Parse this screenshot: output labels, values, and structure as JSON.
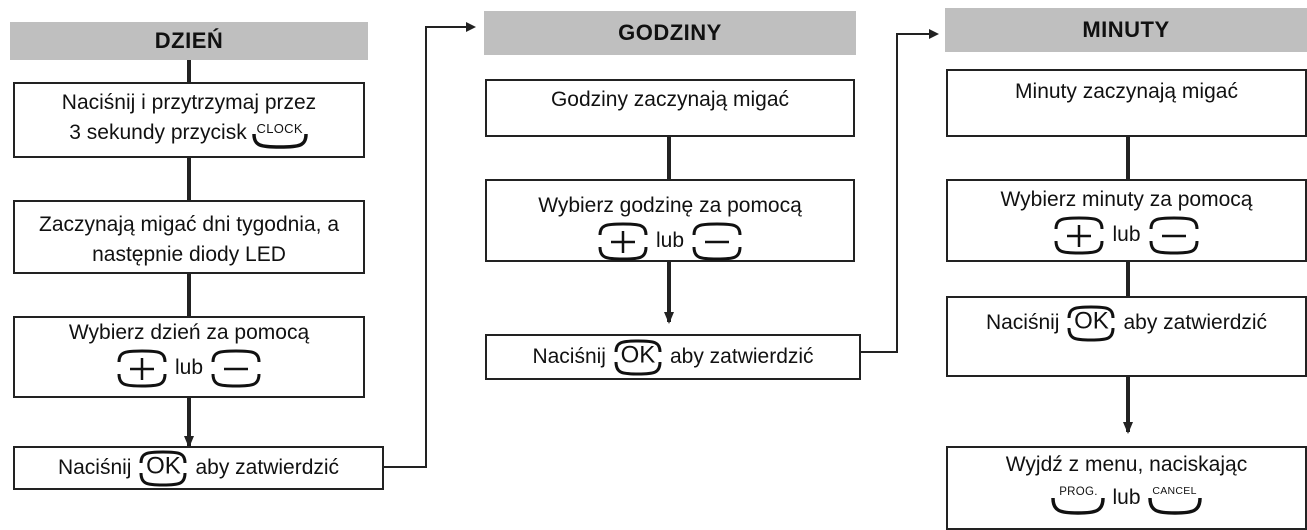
{
  "columns": [
    {
      "header": "DZIEŃ",
      "step1": {
        "line1": "Naciśnij i przytrzymaj przez",
        "line2": "3 sekundy przycisk",
        "button": "CLOCK"
      },
      "step2": {
        "line1": "Zaczynają migać dni tygodnia, a",
        "line2": "następnie diody LED"
      },
      "step3": {
        "line1": "Wybierz dzień za pomocą",
        "or": "lub"
      },
      "step4": {
        "before": "Naciśnij",
        "button": "OK",
        "after": "aby zatwierdzić"
      }
    },
    {
      "header": "GODZINY",
      "step1": {
        "line1": "Godziny zaczynają migać"
      },
      "step2": {
        "line1": "Wybierz godzinę za pomocą",
        "or": "lub"
      },
      "step3": {
        "before": "Naciśnij",
        "button": "OK",
        "after": "aby zatwierdzić"
      }
    },
    {
      "header": "MINUTY",
      "step1": {
        "line1": "Minuty zaczynają migać"
      },
      "step2": {
        "line1": "Wybierz minuty za pomocą",
        "or": "lub"
      },
      "step3": {
        "before": "Naciśnij",
        "button": "OK",
        "after": "aby zatwierdzić"
      },
      "step4": {
        "line1": "Wyjdź z menu, naciskając",
        "button_a": "PROG.",
        "or": "lub",
        "button_b": "CANCEL"
      }
    }
  ],
  "icons": {
    "plus": "plus-button-icon",
    "minus": "minus-button-icon",
    "ok": "ok-button-icon",
    "clock": "clock-button-icon",
    "prog": "prog-button-icon",
    "cancel": "cancel-button-icon"
  },
  "colors": {
    "header_bg": "#bfbfbf",
    "line": "#222222"
  }
}
